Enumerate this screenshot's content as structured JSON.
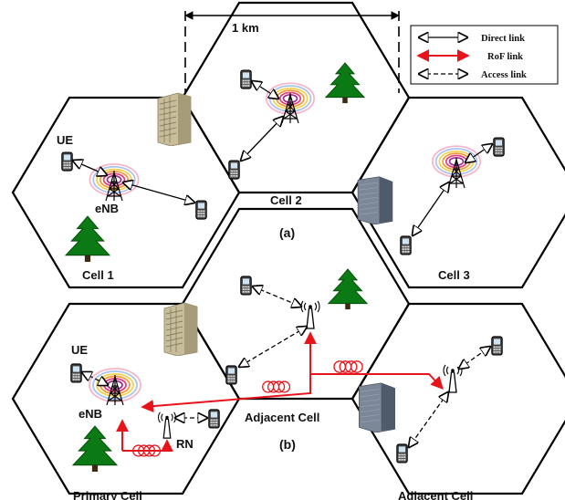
{
  "scale_label": "1 km",
  "legend": {
    "direct": "Direct link",
    "rof": "RoF link",
    "access": "Access link"
  },
  "panel_a": {
    "caption": "(a)",
    "cells": [
      "Cell 1",
      "Cell 2",
      "Cell 3"
    ],
    "ue_label": "UE",
    "enb_label": "eNB"
  },
  "panel_b": {
    "caption": "(b)",
    "ue_label": "UE",
    "enb_label": "eNB",
    "rn_label": "RN",
    "adjacent_center": "Adjacent Cell",
    "primary_cell": "Primary Cell",
    "adjacent_right": "Adjacent Cell"
  },
  "colors": {
    "rof": "#e8141b",
    "tree": "#0b7a14",
    "hex_stroke": "#000000"
  }
}
